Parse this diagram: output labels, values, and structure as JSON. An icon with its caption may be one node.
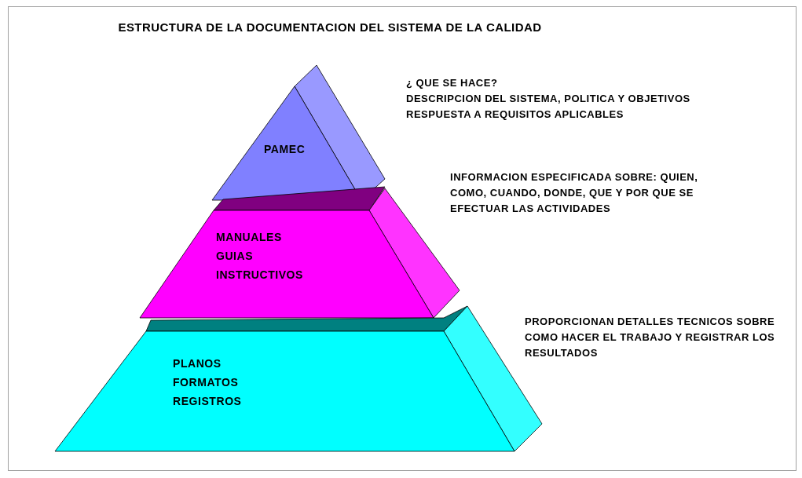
{
  "diagram": {
    "title": "ESTRUCTURA DE LA DOCUMENTACION DEL SISTEMA DE LA CALIDAD",
    "nodes": [
      {
        "text": [
          "PAMEC"
        ],
        "beside": [
          "¿ QUE SE HACE?",
          "DESCRIPCION DEL SISTEMA, POLITICA Y OBJETIVOS",
          "RESPUESTA A REQUISITOS APLICABLES"
        ]
      },
      {
        "text": [
          "MANUALES",
          "GUIAS",
          "INSTRUCTIVOS"
        ],
        "beside": [
          "INFORMACION ESPECIFICADA SOBRE: QUIEN, COMO, CUANDO, DONDE, QUE Y POR QUE SE EFECTUAR LAS ACTIVIDADES"
        ]
      },
      {
        "text": [
          "PLANOS",
          "FORMATOS",
          "REGISTROS"
        ],
        "beside": [
          "PROPORCIONAN DETALLES TECNICOS SOBRE COMO HACER EL TRABAJO Y REGISTRAR LOS RESULTADOS"
        ]
      }
    ],
    "edges": []
  }
}
